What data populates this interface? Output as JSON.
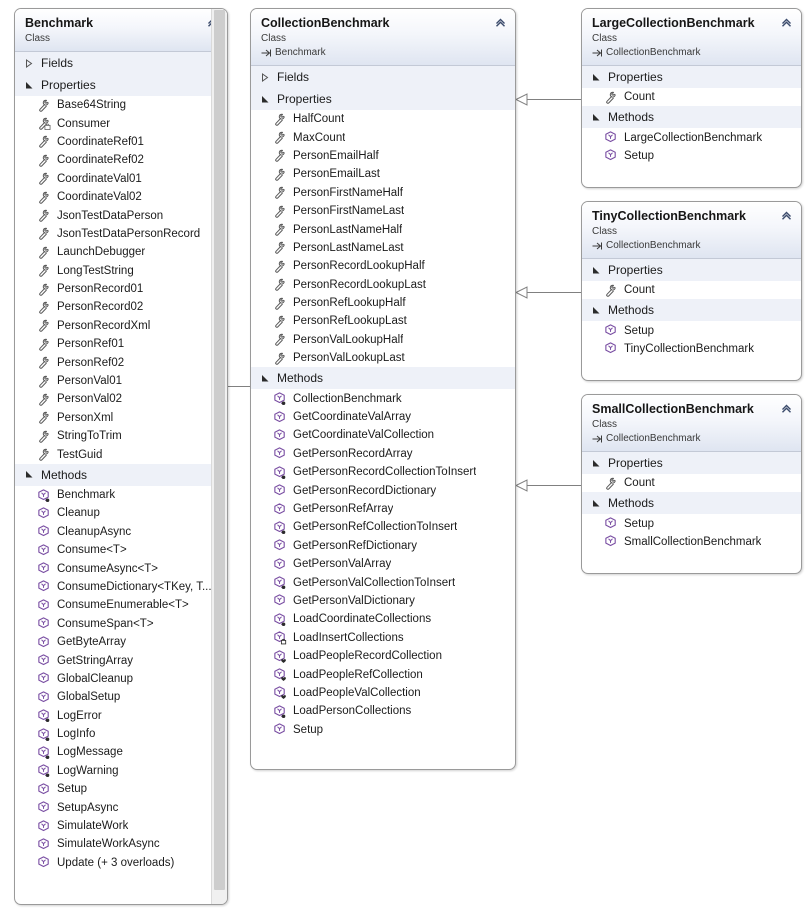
{
  "diagram": {
    "title": "Class Diagram",
    "kind_label": "Class",
    "relationship": "inheritance"
  },
  "classes": [
    {
      "id": "benchmark",
      "name": "Benchmark",
      "kind": "Class",
      "base": null,
      "sections": [
        {
          "name": "Fields",
          "expanded": false,
          "members": []
        },
        {
          "name": "Properties",
          "expanded": true,
          "members": [
            {
              "label": "Base64String",
              "icon": "property-icon",
              "access": "public"
            },
            {
              "label": "Consumer",
              "icon": "property-icon",
              "access": "private"
            },
            {
              "label": "CoordinateRef01",
              "icon": "property-icon",
              "access": "public"
            },
            {
              "label": "CoordinateRef02",
              "icon": "property-icon",
              "access": "public"
            },
            {
              "label": "CoordinateVal01",
              "icon": "property-icon",
              "access": "public"
            },
            {
              "label": "CoordinateVal02",
              "icon": "property-icon",
              "access": "public"
            },
            {
              "label": "JsonTestDataPerson",
              "icon": "property-icon",
              "access": "public"
            },
            {
              "label": "JsonTestDataPersonRecord",
              "icon": "property-icon",
              "access": "public"
            },
            {
              "label": "LaunchDebugger",
              "icon": "property-icon",
              "access": "public"
            },
            {
              "label": "LongTestString",
              "icon": "property-icon",
              "access": "public"
            },
            {
              "label": "PersonRecord01",
              "icon": "property-icon",
              "access": "public"
            },
            {
              "label": "PersonRecord02",
              "icon": "property-icon",
              "access": "public"
            },
            {
              "label": "PersonRecordXml",
              "icon": "property-icon",
              "access": "public"
            },
            {
              "label": "PersonRef01",
              "icon": "property-icon",
              "access": "public"
            },
            {
              "label": "PersonRef02",
              "icon": "property-icon",
              "access": "public"
            },
            {
              "label": "PersonVal01",
              "icon": "property-icon",
              "access": "public"
            },
            {
              "label": "PersonVal02",
              "icon": "property-icon",
              "access": "public"
            },
            {
              "label": "PersonXml",
              "icon": "property-icon",
              "access": "public"
            },
            {
              "label": "StringToTrim",
              "icon": "property-icon",
              "access": "public"
            },
            {
              "label": "TestGuid",
              "icon": "property-icon",
              "access": "public"
            }
          ]
        },
        {
          "name": "Methods",
          "expanded": true,
          "members": [
            {
              "label": "Benchmark",
              "icon": "method-icon",
              "access": "protected"
            },
            {
              "label": "Cleanup",
              "icon": "method-icon",
              "access": "public"
            },
            {
              "label": "CleanupAsync",
              "icon": "method-icon",
              "access": "public"
            },
            {
              "label": "Consume<T>",
              "icon": "method-icon",
              "access": "public"
            },
            {
              "label": "ConsumeAsync<T>",
              "icon": "method-icon",
              "access": "public"
            },
            {
              "label": "ConsumeDictionary<TKey,  T...",
              "icon": "method-icon",
              "access": "public"
            },
            {
              "label": "ConsumeEnumerable<T>",
              "icon": "method-icon",
              "access": "public"
            },
            {
              "label": "ConsumeSpan<T>",
              "icon": "method-icon",
              "access": "public"
            },
            {
              "label": "GetByteArray",
              "icon": "method-icon",
              "access": "public"
            },
            {
              "label": "GetStringArray",
              "icon": "method-icon",
              "access": "public"
            },
            {
              "label": "GlobalCleanup",
              "icon": "method-icon",
              "access": "public"
            },
            {
              "label": "GlobalSetup",
              "icon": "method-icon",
              "access": "public"
            },
            {
              "label": "LogError",
              "icon": "method-icon",
              "access": "protected"
            },
            {
              "label": "LogInfo",
              "icon": "method-icon",
              "access": "protected"
            },
            {
              "label": "LogMessage",
              "icon": "method-icon",
              "access": "protected"
            },
            {
              "label": "LogWarning",
              "icon": "method-icon",
              "access": "protected"
            },
            {
              "label": "Setup",
              "icon": "method-icon",
              "access": "public"
            },
            {
              "label": "SetupAsync",
              "icon": "method-icon",
              "access": "public"
            },
            {
              "label": "SimulateWork",
              "icon": "method-icon",
              "access": "public"
            },
            {
              "label": "SimulateWorkAsync",
              "icon": "method-icon",
              "access": "public"
            },
            {
              "label": "Update (+ 3 overloads)",
              "icon": "method-icon",
              "access": "public"
            }
          ]
        }
      ]
    },
    {
      "id": "collectionbenchmark",
      "name": "CollectionBenchmark",
      "kind": "Class",
      "base": "Benchmark",
      "sections": [
        {
          "name": "Fields",
          "expanded": false,
          "members": []
        },
        {
          "name": "Properties",
          "expanded": true,
          "members": [
            {
              "label": "HalfCount",
              "icon": "property-icon",
              "access": "public"
            },
            {
              "label": "MaxCount",
              "icon": "property-icon",
              "access": "public"
            },
            {
              "label": "PersonEmailHalf",
              "icon": "property-icon",
              "access": "public"
            },
            {
              "label": "PersonEmailLast",
              "icon": "property-icon",
              "access": "public"
            },
            {
              "label": "PersonFirstNameHalf",
              "icon": "property-icon",
              "access": "public"
            },
            {
              "label": "PersonFirstNameLast",
              "icon": "property-icon",
              "access": "public"
            },
            {
              "label": "PersonLastNameHalf",
              "icon": "property-icon",
              "access": "public"
            },
            {
              "label": "PersonLastNameLast",
              "icon": "property-icon",
              "access": "public"
            },
            {
              "label": "PersonRecordLookupHalf",
              "icon": "property-icon",
              "access": "public"
            },
            {
              "label": "PersonRecordLookupLast",
              "icon": "property-icon",
              "access": "public"
            },
            {
              "label": "PersonRefLookupHalf",
              "icon": "property-icon",
              "access": "public"
            },
            {
              "label": "PersonRefLookupLast",
              "icon": "property-icon",
              "access": "public"
            },
            {
              "label": "PersonValLookupHalf",
              "icon": "property-icon",
              "access": "public"
            },
            {
              "label": "PersonValLookupLast",
              "icon": "property-icon",
              "access": "public"
            }
          ]
        },
        {
          "name": "Methods",
          "expanded": true,
          "members": [
            {
              "label": "CollectionBenchmark",
              "icon": "method-icon",
              "access": "protected"
            },
            {
              "label": "GetCoordinateValArray",
              "icon": "method-icon",
              "access": "public"
            },
            {
              "label": "GetCoordinateValCollection",
              "icon": "method-icon",
              "access": "public"
            },
            {
              "label": "GetPersonRecordArray",
              "icon": "method-icon",
              "access": "public"
            },
            {
              "label": "GetPersonRecordCollectionToInsert",
              "icon": "method-icon",
              "access": "protected"
            },
            {
              "label": "GetPersonRecordDictionary",
              "icon": "method-icon",
              "access": "public"
            },
            {
              "label": "GetPersonRefArray",
              "icon": "method-icon",
              "access": "public"
            },
            {
              "label": "GetPersonRefCollectionToInsert",
              "icon": "method-icon",
              "access": "protected"
            },
            {
              "label": "GetPersonRefDictionary",
              "icon": "method-icon",
              "access": "public"
            },
            {
              "label": "GetPersonValArray",
              "icon": "method-icon",
              "access": "public"
            },
            {
              "label": "GetPersonValCollectionToInsert",
              "icon": "method-icon",
              "access": "protected"
            },
            {
              "label": "GetPersonValDictionary",
              "icon": "method-icon",
              "access": "public"
            },
            {
              "label": "LoadCoordinateCollections",
              "icon": "method-icon",
              "access": "protected"
            },
            {
              "label": "LoadInsertCollections",
              "icon": "method-icon",
              "access": "private"
            },
            {
              "label": "LoadPeopleRecordCollection",
              "icon": "method-icon",
              "access": "internal"
            },
            {
              "label": "LoadPeopleRefCollection",
              "icon": "method-icon",
              "access": "internal"
            },
            {
              "label": "LoadPeopleValCollection",
              "icon": "method-icon",
              "access": "internal"
            },
            {
              "label": "LoadPersonCollections",
              "icon": "method-icon",
              "access": "protected"
            },
            {
              "label": "Setup",
              "icon": "method-icon",
              "access": "public"
            }
          ]
        }
      ]
    },
    {
      "id": "largecollectionbenchmark",
      "name": "LargeCollectionBenchmark",
      "kind": "Class",
      "base": "CollectionBenchmark",
      "sections": [
        {
          "name": "Properties",
          "expanded": true,
          "members": [
            {
              "label": "Count",
              "icon": "property-icon",
              "access": "public"
            }
          ]
        },
        {
          "name": "Methods",
          "expanded": true,
          "members": [
            {
              "label": "LargeCollectionBenchmark",
              "icon": "method-icon",
              "access": "public"
            },
            {
              "label": "Setup",
              "icon": "method-icon",
              "access": "public"
            }
          ]
        }
      ]
    },
    {
      "id": "tinycollectionbenchmark",
      "name": "TinyCollectionBenchmark",
      "kind": "Class",
      "base": "CollectionBenchmark",
      "sections": [
        {
          "name": "Properties",
          "expanded": true,
          "members": [
            {
              "label": "Count",
              "icon": "property-icon",
              "access": "public"
            }
          ]
        },
        {
          "name": "Methods",
          "expanded": true,
          "members": [
            {
              "label": "Setup",
              "icon": "method-icon",
              "access": "public"
            },
            {
              "label": "TinyCollectionBenchmark",
              "icon": "method-icon",
              "access": "public"
            }
          ]
        }
      ]
    },
    {
      "id": "smallcollectionbenchmark",
      "name": "SmallCollectionBenchmark",
      "kind": "Class",
      "base": "CollectionBenchmark",
      "sections": [
        {
          "name": "Properties",
          "expanded": true,
          "members": [
            {
              "label": "Count",
              "icon": "property-icon",
              "access": "public"
            }
          ]
        },
        {
          "name": "Methods",
          "expanded": true,
          "members": [
            {
              "label": "Setup",
              "icon": "method-icon",
              "access": "public"
            },
            {
              "label": "SmallCollectionBenchmark",
              "icon": "method-icon",
              "access": "public"
            }
          ]
        }
      ]
    }
  ],
  "colors": {
    "property_icon": "#5b5b5b",
    "method_icon": "#7a4fa3",
    "header_gradient_top": "#ffffff",
    "header_gradient_bottom": "#dfe5f1",
    "section_background": "#eef1f8",
    "box_border": "#9a9a9a",
    "connector": "#808080"
  }
}
